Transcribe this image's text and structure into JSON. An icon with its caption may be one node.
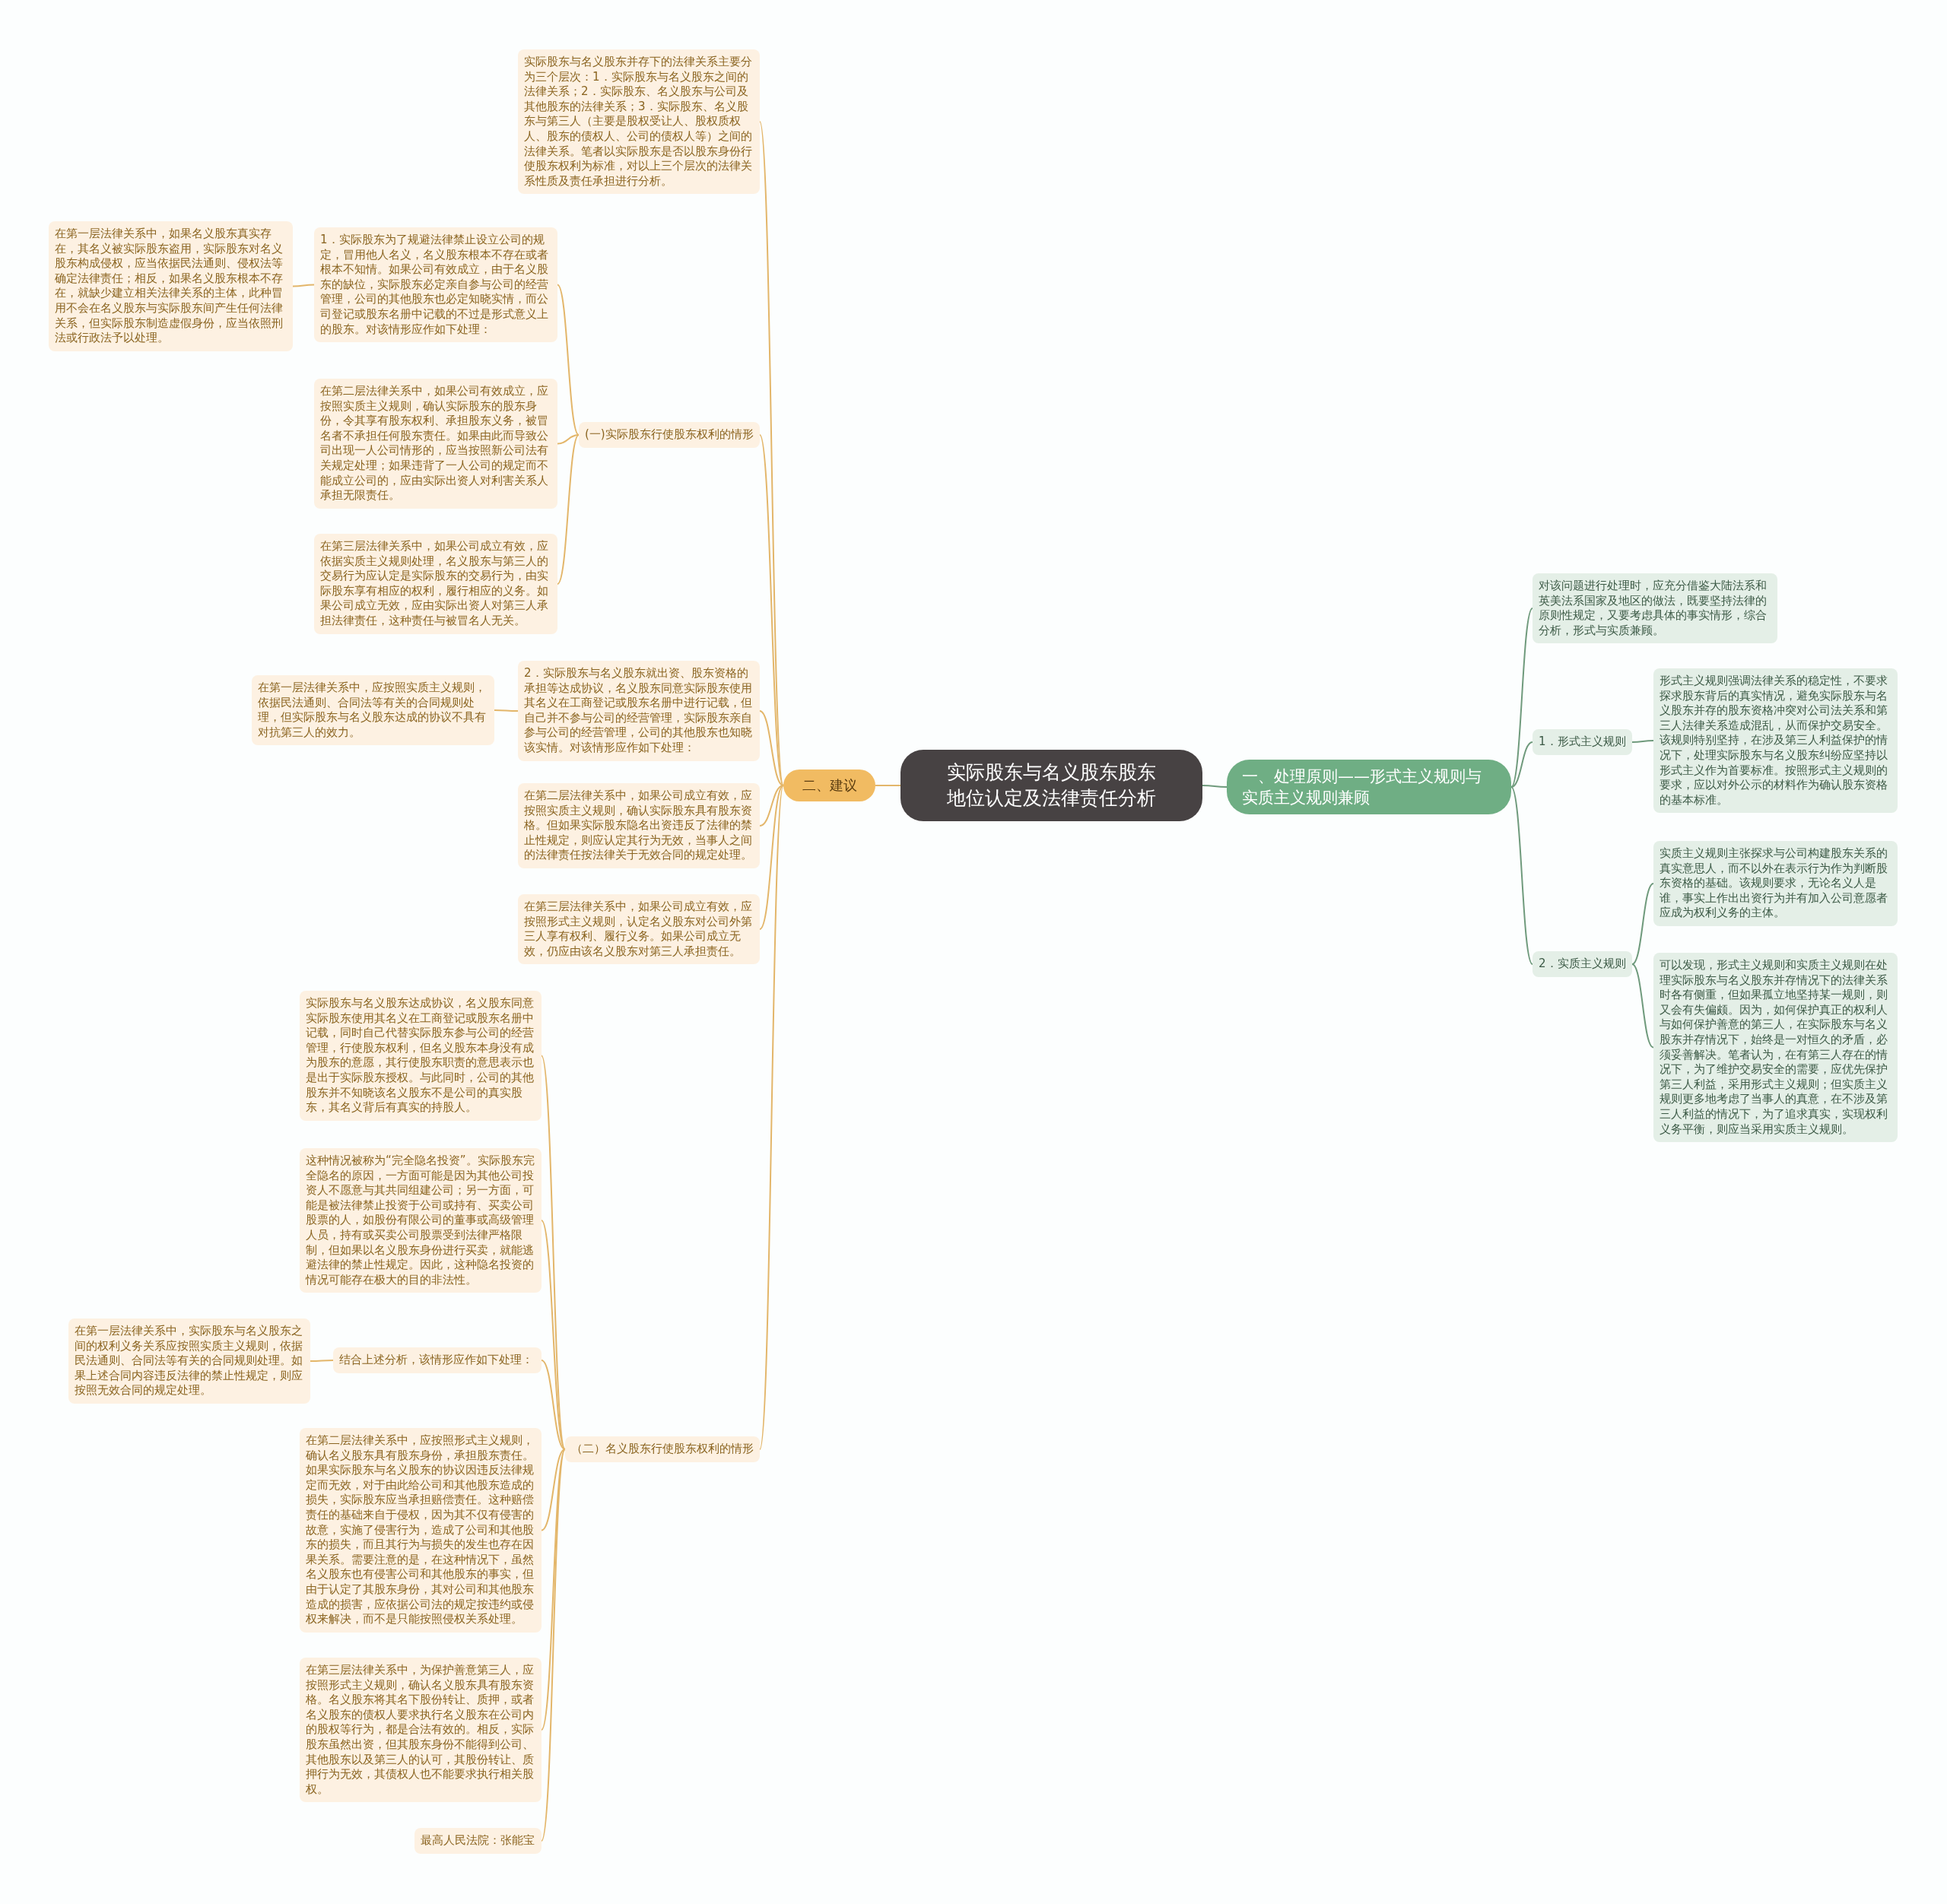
{
  "diagram": {
    "nodes": [
      {
        "text": [
          "实际股东与名义股东股东地位认定及法律责任分析"
        ]
      },
      {
        "text": [
          "二、建议"
        ]
      },
      {
        "text": [
          "实际股东与名义股东并存下的法律关系主要分为三个层次：1．实际股东与名义股东之间的法律关系；2．实际股东、名义股东与公司及其他股东的法律关系；3．实际股东、名义股东与第三人（主要是股权受让人、股权质权人、股东的债权人、公司的债权人等）之间的法律关系。笔者以实际股东是否以股东身份行使股东权利为标准，对以上三个层次的法律关系性质及责任承担进行分析。"
        ]
      },
      {
        "text": [
          "(一)实际股东行使股东权利的情形"
        ]
      },
      {
        "text": [
          "1．实际股东为了规避法律禁止设立公司的规定，冒用他人名义，名义股东根本不存在或者根本不知情。如果公司有效成立，由于名义股东的缺位，实际股东必定亲自参与公司的经营管理，公司的其他股东也必定知晓实情，而公司登记或股东名册中记载的不过是形式意义上的股东。对该情形应作如下处理："
        ]
      },
      {
        "text": [
          "在第一层法律关系中，如果名义股东真实存在，其名义被实际股东盗用，实际股东对名义股东构成侵权，应当依据民法通则、侵权法等确定法律责任；相反，如果名义股东根本不存在，就缺少建立相关法律关系的主体，此种冒用不会在名义股东与实际股东间产生任何法律关系，但实际股东制造虚假身份，应当依照刑法或行政法予以处理。"
        ]
      },
      {
        "text": [
          "在第二层法律关系中，如果公司有效成立，应按照实质主义规则，确认实际股东的股东身份，令其享有股东权利、承担股东义务，被冒名者不承担任何股东责任。如果由此而导致公司出现一人公司情形的，应当按照新公司法有关规定处理；如果违背了一人公司的规定而不能成立公司的，应由实际出资人对利害关系人承担无限责任。"
        ]
      },
      {
        "text": [
          "在第三层法律关系中，如果公司成立有效，应依据实质主义规则处理，名义股东与第三人的交易行为应认定是实际股东的交易行为，由实际股东享有相应的权利，履行相应的义务。如果公司成立无效，应由实际出资人对第三人承担法律责任，这种责任与被冒名人无关。"
        ]
      },
      {
        "text": [
          "2．实际股东与名义股东就出资、股东资格的承担等达成协议，名义股东同意实际股东使用其名义在工商登记或股东名册中进行记载，但自己并不参与公司的经营管理，实际股东亲自参与公司的经营管理，公司的其他股东也知晓该实情。对该情形应作如下处理："
        ]
      },
      {
        "text": [
          "在第一层法律关系中，应按照实质主义规则，依据民法通则、合同法等有关的合同规则处理，但实际股东与名义股东达成的协议不具有对抗第三人的效力。"
        ]
      },
      {
        "text": [
          "在第二层法律关系中，如果公司成立有效，应按照实质主义规则，确认实际股东具有股东资格。但如果实际股东隐名出资违反了法律的禁止性规定，则应认定其行为无效，当事人之间的法律责任按法律关于无效合同的规定处理。"
        ]
      },
      {
        "text": [
          "在第三层法律关系中，如果公司成立有效，应按照形式主义规则，认定名义股东对公司外第三人享有权利、履行义务。如果公司成立无效，仍应由该名义股东对第三人承担责任。"
        ]
      },
      {
        "text": [
          "（二）名义股东行使股东权利的情形"
        ]
      },
      {
        "text": [
          "实际股东与名义股东达成协议，名义股东同意实际股东使用其名义在工商登记或股东名册中记载，同时自己代替实际股东参与公司的经营管理，行使股东权利，但名义股东本身没有成为股东的意愿，其行使股东职责的意思表示也是出于实际股东授权。与此同时，公司的其他股东并不知晓该名义股东不是公司的真实股东，其名义背后有真实的持股人。"
        ]
      },
      {
        "text": [
          "这种情况被称为“完全隐名投资”。实际股东完全隐名的原因，一方面可能是因为其他公司投资人不愿意与其共同组建公司；另一方面，可能是被法律禁止投资于公司或持有、买卖公司股票的人，如股份有限公司的董事或高级管理人员，持有或买卖公司股票受到法律严格限制，但如果以名义股东身份进行买卖，就能逃避法律的禁止性规定。因此，这种隐名投资的情况可能存在极大的目的非法性。"
        ]
      },
      {
        "text": [
          "结合上述分析，该情形应作如下处理："
        ]
      },
      {
        "text": [
          "在第一层法律关系中，实际股东与名义股东之间的权利义务关系应按照实质主义规则，依据民法通则、合同法等有关的合同规则处理。如果上述合同内容违反法律的禁止性规定，则应按照无效合同的规定处理。"
        ]
      },
      {
        "text": [
          "在第二层法律关系中，应按照形式主义规则，确认名义股东具有股东身份，承担股东责任。如果实际股东与名义股东的协议因违反法律规定而无效，对于由此给公司和其他股东造成的损失，实际股东应当承担赔偿责任。这种赔偿责任的基础来自于侵权，因为其不仅有侵害的故意，实施了侵害行为，造成了公司和其他股东的损失，而且其行为与损失的发生也存在因果关系。需要注意的是，在这种情况下，虽然名义股东也有侵害公司和其他股东的事实，但由于认定了其股东身份，其对公司和其他股东造成的损害，应依据公司法的规定按违约或侵权来解决，而不是只能按照侵权关系处理。"
        ]
      },
      {
        "text": [
          "在第三层法律关系中，为保护善意第三人，应按照形式主义规则，确认名义股东具有股东资格。名义股东将其名下股份转让、质押，或者名义股东的债权人要求执行名义股东在公司内的股权等行为，都是合法有效的。相反，实际股东虽然出资，但其股东身份不能得到公司、其他股东以及第三人的认可，其股份转让、质押行为无效，其债权人也不能要求执行相关股权。"
        ]
      },
      {
        "text": [
          "最高人民法院：张能宝"
        ]
      },
      {
        "text": [
          "一、处理原则——形式主义规则与实质主义规则兼顾"
        ]
      },
      {
        "text": [
          "对该问题进行处理时，应充分借鉴大陆法系和英美法系国家及地区的做法，既要坚持法律的原则性规定，又要考虑具体的事实情形，综合分析，形式与实质兼顾。"
        ]
      },
      {
        "text": [
          "1．形式主义规则"
        ]
      },
      {
        "text": [
          "形式主义规则强调法律关系的稳定性，不要求探求股东背后的真实情况，避免实际股东与名义股东并存的股东资格冲突对公司法关系和第三人法律关系造成混乱，从而保护交易安全。该规则特别坚持，在涉及第三人利益保护的情况下，处理实际股东与名义股东纠纷应坚持以形式主义作为首要标准。按照形式主义规则的要求，应以对外公示的材料作为确认股东资格的基本标准。"
        ]
      },
      {
        "text": [
          "2．实质主义规则"
        ]
      },
      {
        "text": [
          "实质主义规则主张探求与公司构建股东关系的真实意思人，而不以外在表示行为作为判断股东资格的基础。该规则要求，无论名义人是谁，事实上作出出资行为并有加入公司意愿者应成为权利义务的主体。"
        ]
      },
      {
        "text": [
          "可以发现，形式主义规则和实质主义规则在处理实际股东与名义股东并存情况下的法律关系时各有侧重，但如果孤立地坚持某一规则，则又会有失偏颇。因为，如何保护真正的权利人与如何保护善意的第三人，在实际股东与名义股东并存情况下，始终是一对恒久的矛盾，必须妥善解决。笔者认为，在有第三人存在的情况下，为了维护交易安全的需要，应优先保护第三人利益，采用形式主义规则；但实质主义规则更多地考虑了当事人的真意，在不涉及第三人利益的情况下，为了追求真实，实现权利义务平衡，则应当采用实质主义规则。"
        ]
      }
    ],
    "edges": [
      {
        "from": 0,
        "to": 1,
        "arrow": "none"
      },
      {
        "from": 1,
        "to": 2,
        "arrow": "none"
      },
      {
        "from": 1,
        "to": 3,
        "arrow": "none"
      },
      {
        "from": 3,
        "to": 4,
        "arrow": "none"
      },
      {
        "from": 4,
        "to": 5,
        "arrow": "none"
      },
      {
        "from": 3,
        "to": 6,
        "arrow": "none"
      },
      {
        "from": 3,
        "to": 7,
        "arrow": "none"
      },
      {
        "from": 1,
        "to": 8,
        "arrow": "none"
      },
      {
        "from": 8,
        "to": 9,
        "arrow": "none"
      },
      {
        "from": 1,
        "to": 10,
        "arrow": "none"
      },
      {
        "from": 1,
        "to": 11,
        "arrow": "none"
      },
      {
        "from": 1,
        "to": 12,
        "arrow": "none"
      },
      {
        "from": 12,
        "to": 13,
        "arrow": "none"
      },
      {
        "from": 12,
        "to": 14,
        "arrow": "none"
      },
      {
        "from": 12,
        "to": 15,
        "arrow": "none"
      },
      {
        "from": 15,
        "to": 16,
        "arrow": "none"
      },
      {
        "from": 12,
        "to": 17,
        "arrow": "none"
      },
      {
        "from": 12,
        "to": 18,
        "arrow": "none"
      },
      {
        "from": 12,
        "to": 19,
        "arrow": "none"
      },
      {
        "from": 0,
        "to": 20,
        "arrow": "none",
        "color": "#6f9a7c"
      },
      {
        "from": 20,
        "to": 21,
        "arrow": "none",
        "color": "#6f9a7c"
      },
      {
        "from": 20,
        "to": 22,
        "arrow": "none",
        "color": "#6f9a7c"
      },
      {
        "from": 22,
        "to": 23,
        "arrow": "none",
        "color": "#6f9a7c"
      },
      {
        "from": 20,
        "to": 24,
        "arrow": "none",
        "color": "#6f9a7c"
      },
      {
        "from": 24,
        "to": 25,
        "arrow": "none",
        "color": "#6f9a7c"
      },
      {
        "from": 24,
        "to": 26,
        "arrow": "none",
        "color": "#6f9a7c"
      }
    ]
  }
}
